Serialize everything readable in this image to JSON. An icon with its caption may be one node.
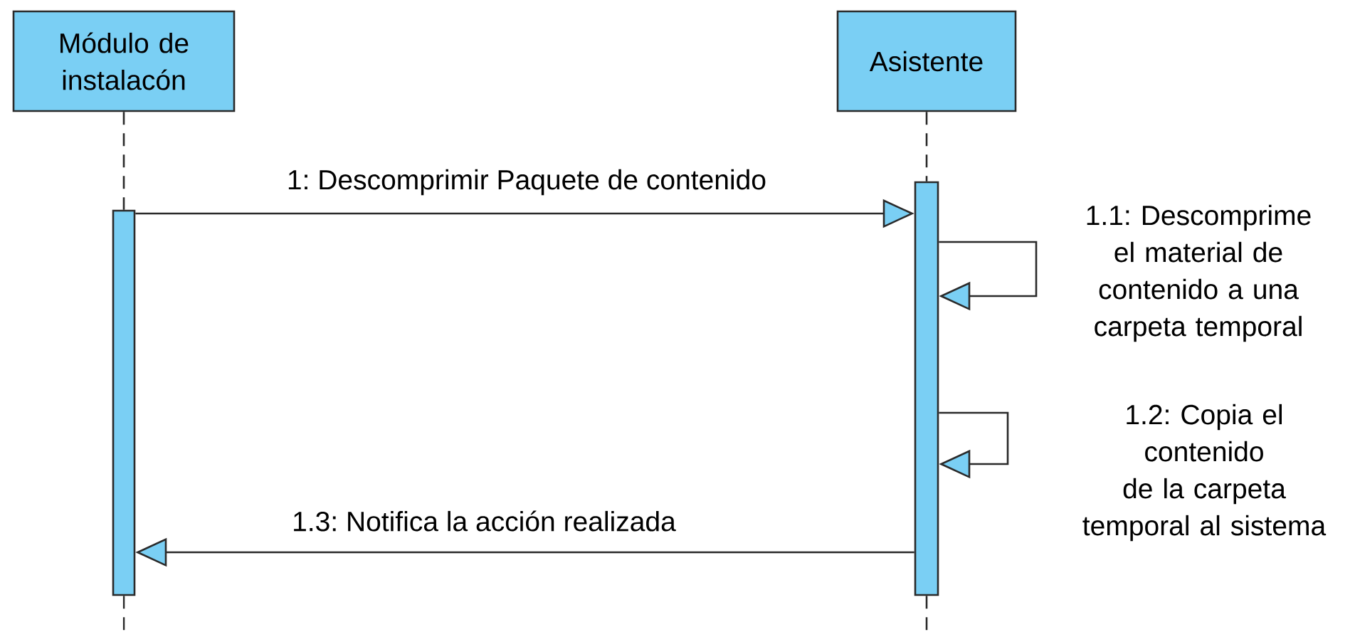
{
  "diagram": {
    "nodes": [
      {
        "text": [
          "Módulo de instalacón"
        ]
      },
      {
        "text": [
          "Asistente"
        ]
      },
      {
        "text": [],
        "shape": "bar"
      },
      {
        "text": [],
        "shape": "bar"
      }
    ],
    "edges": [
      {
        "from": 0,
        "to": 2,
        "arrow": "none",
        "style": "dashed"
      },
      {
        "from": 1,
        "to": 3,
        "arrow": "none",
        "style": "dashed"
      },
      {
        "from": 2,
        "to": 3,
        "arrow": "to",
        "label": "1: Descomprimir Paquete de contenido"
      },
      {
        "from": 3,
        "to": 3,
        "arrow": "to",
        "label": "1.1: Descomprime el material de contenido a una carpeta temporal"
      },
      {
        "from": 3,
        "to": 3,
        "arrow": "to",
        "label": "1.2: Copia el contenido de la carpeta temporal al sistema"
      },
      {
        "from": 3,
        "to": 2,
        "arrow": "to",
        "label": "1.3: Notifica la acción realizada"
      }
    ]
  }
}
